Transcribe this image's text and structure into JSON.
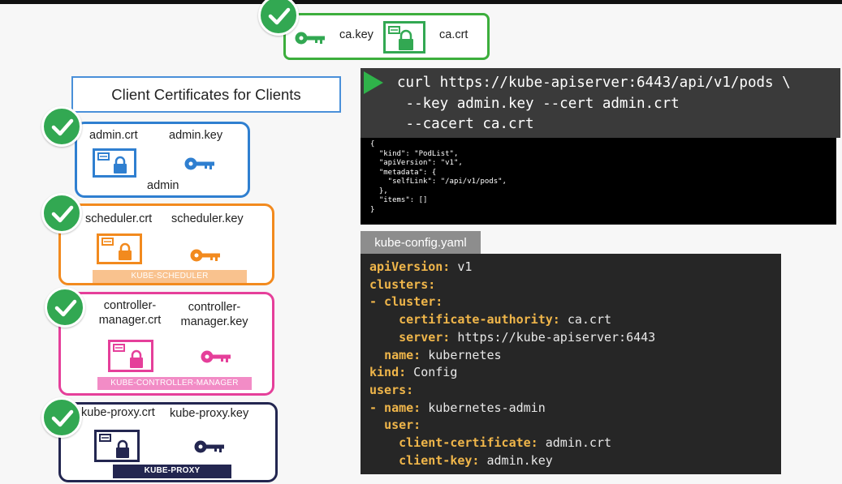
{
  "colors": {
    "green": "#32a852",
    "blue": "#2f7fd0",
    "orange": "#f28a1e",
    "pink": "#e53f9a",
    "navy": "#232650"
  },
  "ca": {
    "key_label": "ca.key",
    "crt_label": "ca.crt"
  },
  "title": "Client Certificates for Clients",
  "admin": {
    "crt_label": "admin.crt",
    "key_label": "admin.key",
    "user_label": "admin"
  },
  "scheduler": {
    "crt_label": "scheduler.crt",
    "key_label": "scheduler.key",
    "strip_label": "KUBE-SCHEDULER"
  },
  "controller": {
    "crt_label_1": "controller-",
    "crt_label_2": "manager.crt",
    "key_label_1": "controller-",
    "key_label_2": "manager.key",
    "strip_label": "KUBE-CONTROLLER-MANAGER"
  },
  "proxy": {
    "crt_label": "kube-proxy.crt",
    "key_label": "kube-proxy.key",
    "strip_label": "KUBE-PROXY"
  },
  "curl": {
    "line1": "curl https://kube-apiserver:6443/api/v1/pods \\",
    "line2": " --key admin.key --cert admin.crt",
    "line3": " --cacert ca.crt"
  },
  "response": [
    "{",
    "  \"kind\": \"PodList\",",
    "  \"apiVersion\": \"v1\",",
    "  \"metadata\": {",
    "    \"selfLink\": \"/api/v1/pods\",",
    "  },",
    "  \"items\": []",
    "}"
  ],
  "kubeconfig": {
    "tab_label": "kube-config.yaml",
    "lines": [
      {
        "indent": "",
        "key": "apiVersion:",
        "value": " v1"
      },
      {
        "indent": "",
        "key": "clusters:",
        "value": ""
      },
      {
        "indent": "",
        "key": "- cluster:",
        "value": ""
      },
      {
        "indent": "    ",
        "key": "certificate-authority:",
        "value": " ca.crt"
      },
      {
        "indent": "    ",
        "key": "server:",
        "value": " https://kube-apiserver:6443"
      },
      {
        "indent": "  ",
        "key": "name:",
        "value": " kubernetes"
      },
      {
        "indent": "",
        "key": "kind:",
        "value": " Config"
      },
      {
        "indent": "",
        "key": "users:",
        "value": ""
      },
      {
        "indent": "",
        "key": "- name:",
        "value": " kubernetes-admin"
      },
      {
        "indent": "  ",
        "key": "user:",
        "value": ""
      },
      {
        "indent": "    ",
        "key": "client-certificate:",
        "value": " admin.crt"
      },
      {
        "indent": "    ",
        "key": "client-key:",
        "value": " admin.key"
      }
    ]
  }
}
